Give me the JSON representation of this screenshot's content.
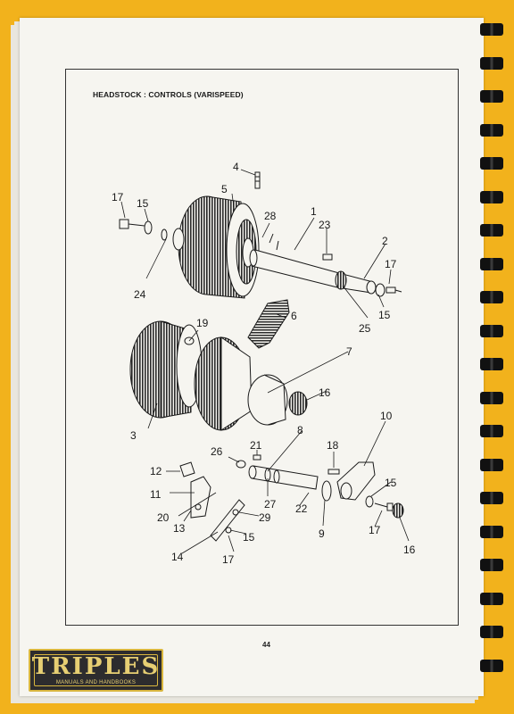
{
  "document": {
    "title": "HEADSTOCK : CONTROLS (VARISPEED)",
    "page_number": "44"
  },
  "callouts": [
    {
      "id": "c1",
      "label": "1"
    },
    {
      "id": "c2",
      "label": "2"
    },
    {
      "id": "c3",
      "label": "3"
    },
    {
      "id": "c4",
      "label": "4"
    },
    {
      "id": "c5",
      "label": "5"
    },
    {
      "id": "c6",
      "label": "6"
    },
    {
      "id": "c7",
      "label": "7"
    },
    {
      "id": "c8",
      "label": "8"
    },
    {
      "id": "c9",
      "label": "9"
    },
    {
      "id": "c10",
      "label": "10"
    },
    {
      "id": "c11",
      "label": "11"
    },
    {
      "id": "c12",
      "label": "12"
    },
    {
      "id": "c13",
      "label": "13"
    },
    {
      "id": "c14",
      "label": "14"
    },
    {
      "id": "c15a",
      "label": "15"
    },
    {
      "id": "c15b",
      "label": "15"
    },
    {
      "id": "c15c",
      "label": "15"
    },
    {
      "id": "c15d",
      "label": "15"
    },
    {
      "id": "c16a",
      "label": "16"
    },
    {
      "id": "c16b",
      "label": "16"
    },
    {
      "id": "c17a",
      "label": "17"
    },
    {
      "id": "c17b",
      "label": "17"
    },
    {
      "id": "c17c",
      "label": "17"
    },
    {
      "id": "c17d",
      "label": "17"
    },
    {
      "id": "c18",
      "label": "18"
    },
    {
      "id": "c19",
      "label": "19"
    },
    {
      "id": "c20",
      "label": "20"
    },
    {
      "id": "c21",
      "label": "21"
    },
    {
      "id": "c22",
      "label": "22"
    },
    {
      "id": "c23",
      "label": "23"
    },
    {
      "id": "c24",
      "label": "24"
    },
    {
      "id": "c25",
      "label": "25"
    },
    {
      "id": "c26",
      "label": "26"
    },
    {
      "id": "c27",
      "label": "27"
    },
    {
      "id": "c28",
      "label": "28"
    },
    {
      "id": "c29",
      "label": "29"
    }
  ],
  "logo": {
    "name": "TRIPLES",
    "tagline": "MANUALS AND HANDBOOKS"
  },
  "colors": {
    "background": "#f2b21c",
    "paper": "#f6f5f0",
    "ink": "#1a1a1a",
    "logo_gold": "#e7cf73",
    "logo_dark": "#2d2c2e"
  }
}
